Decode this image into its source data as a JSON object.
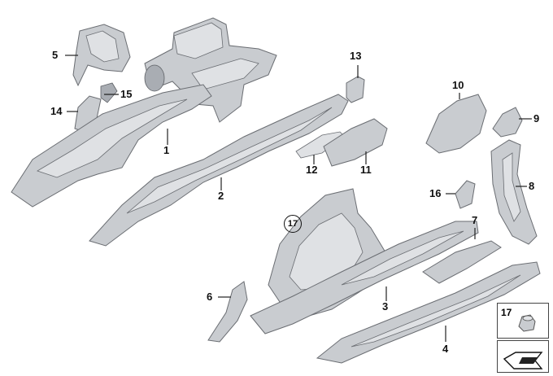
{
  "callouts": {
    "c1": "1",
    "c2": "2",
    "c3": "3",
    "c4": "4",
    "c5": "5",
    "c6": "6",
    "c7": "7",
    "c8": "8",
    "c9": "9",
    "c10": "10",
    "c11": "11",
    "c12": "12",
    "c13": "13",
    "c14": "14",
    "c15": "15",
    "c16": "16",
    "c17_circled": "17"
  },
  "legend": {
    "number": "17"
  }
}
